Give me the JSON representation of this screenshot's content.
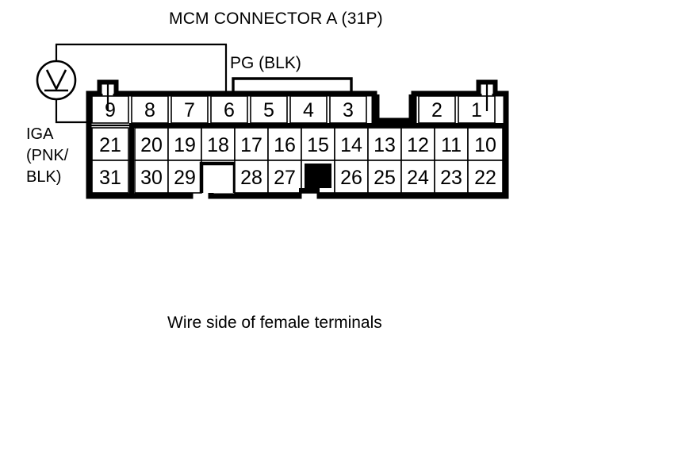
{
  "title": "MCM CONNECTOR A (31P)",
  "caption": "Wire side of female terminals",
  "labels": {
    "pg": "PG (BLK)",
    "iga": "IGA\n(PNK/\nBLK)"
  },
  "meter": {
    "symbol": "V",
    "name": "voltmeter"
  },
  "colors": {
    "outline": "#000000",
    "cell_fill": "#ffffff",
    "blocked_terminal": "#000000",
    "wire": "#000000",
    "background": "#ffffff"
  },
  "connector": {
    "name": "MCM CONNECTOR A",
    "pin_count": "31P",
    "rows": [
      {
        "name": "top-row",
        "cells": [
          "9",
          "8",
          "7",
          "6",
          "5",
          "4",
          "3",
          "",
          "2",
          "1"
        ]
      },
      {
        "name": "middle-row",
        "cells": [
          "21",
          "20",
          "19",
          "18",
          "17",
          "16",
          "15",
          "14",
          "13",
          "12",
          "11",
          "10"
        ]
      },
      {
        "name": "bottom-row",
        "cells": [
          "31",
          "30",
          "29",
          "",
          "28",
          "27",
          "",
          "26",
          "25",
          "24",
          "23",
          "22"
        ]
      }
    ]
  },
  "probes": [
    {
      "name": "pg-probe",
      "label": "PG (BLK)",
      "terminal": "6"
    },
    {
      "name": "iga-probe",
      "label": "IGA (PNK/BLK)",
      "terminal": "9"
    }
  ]
}
